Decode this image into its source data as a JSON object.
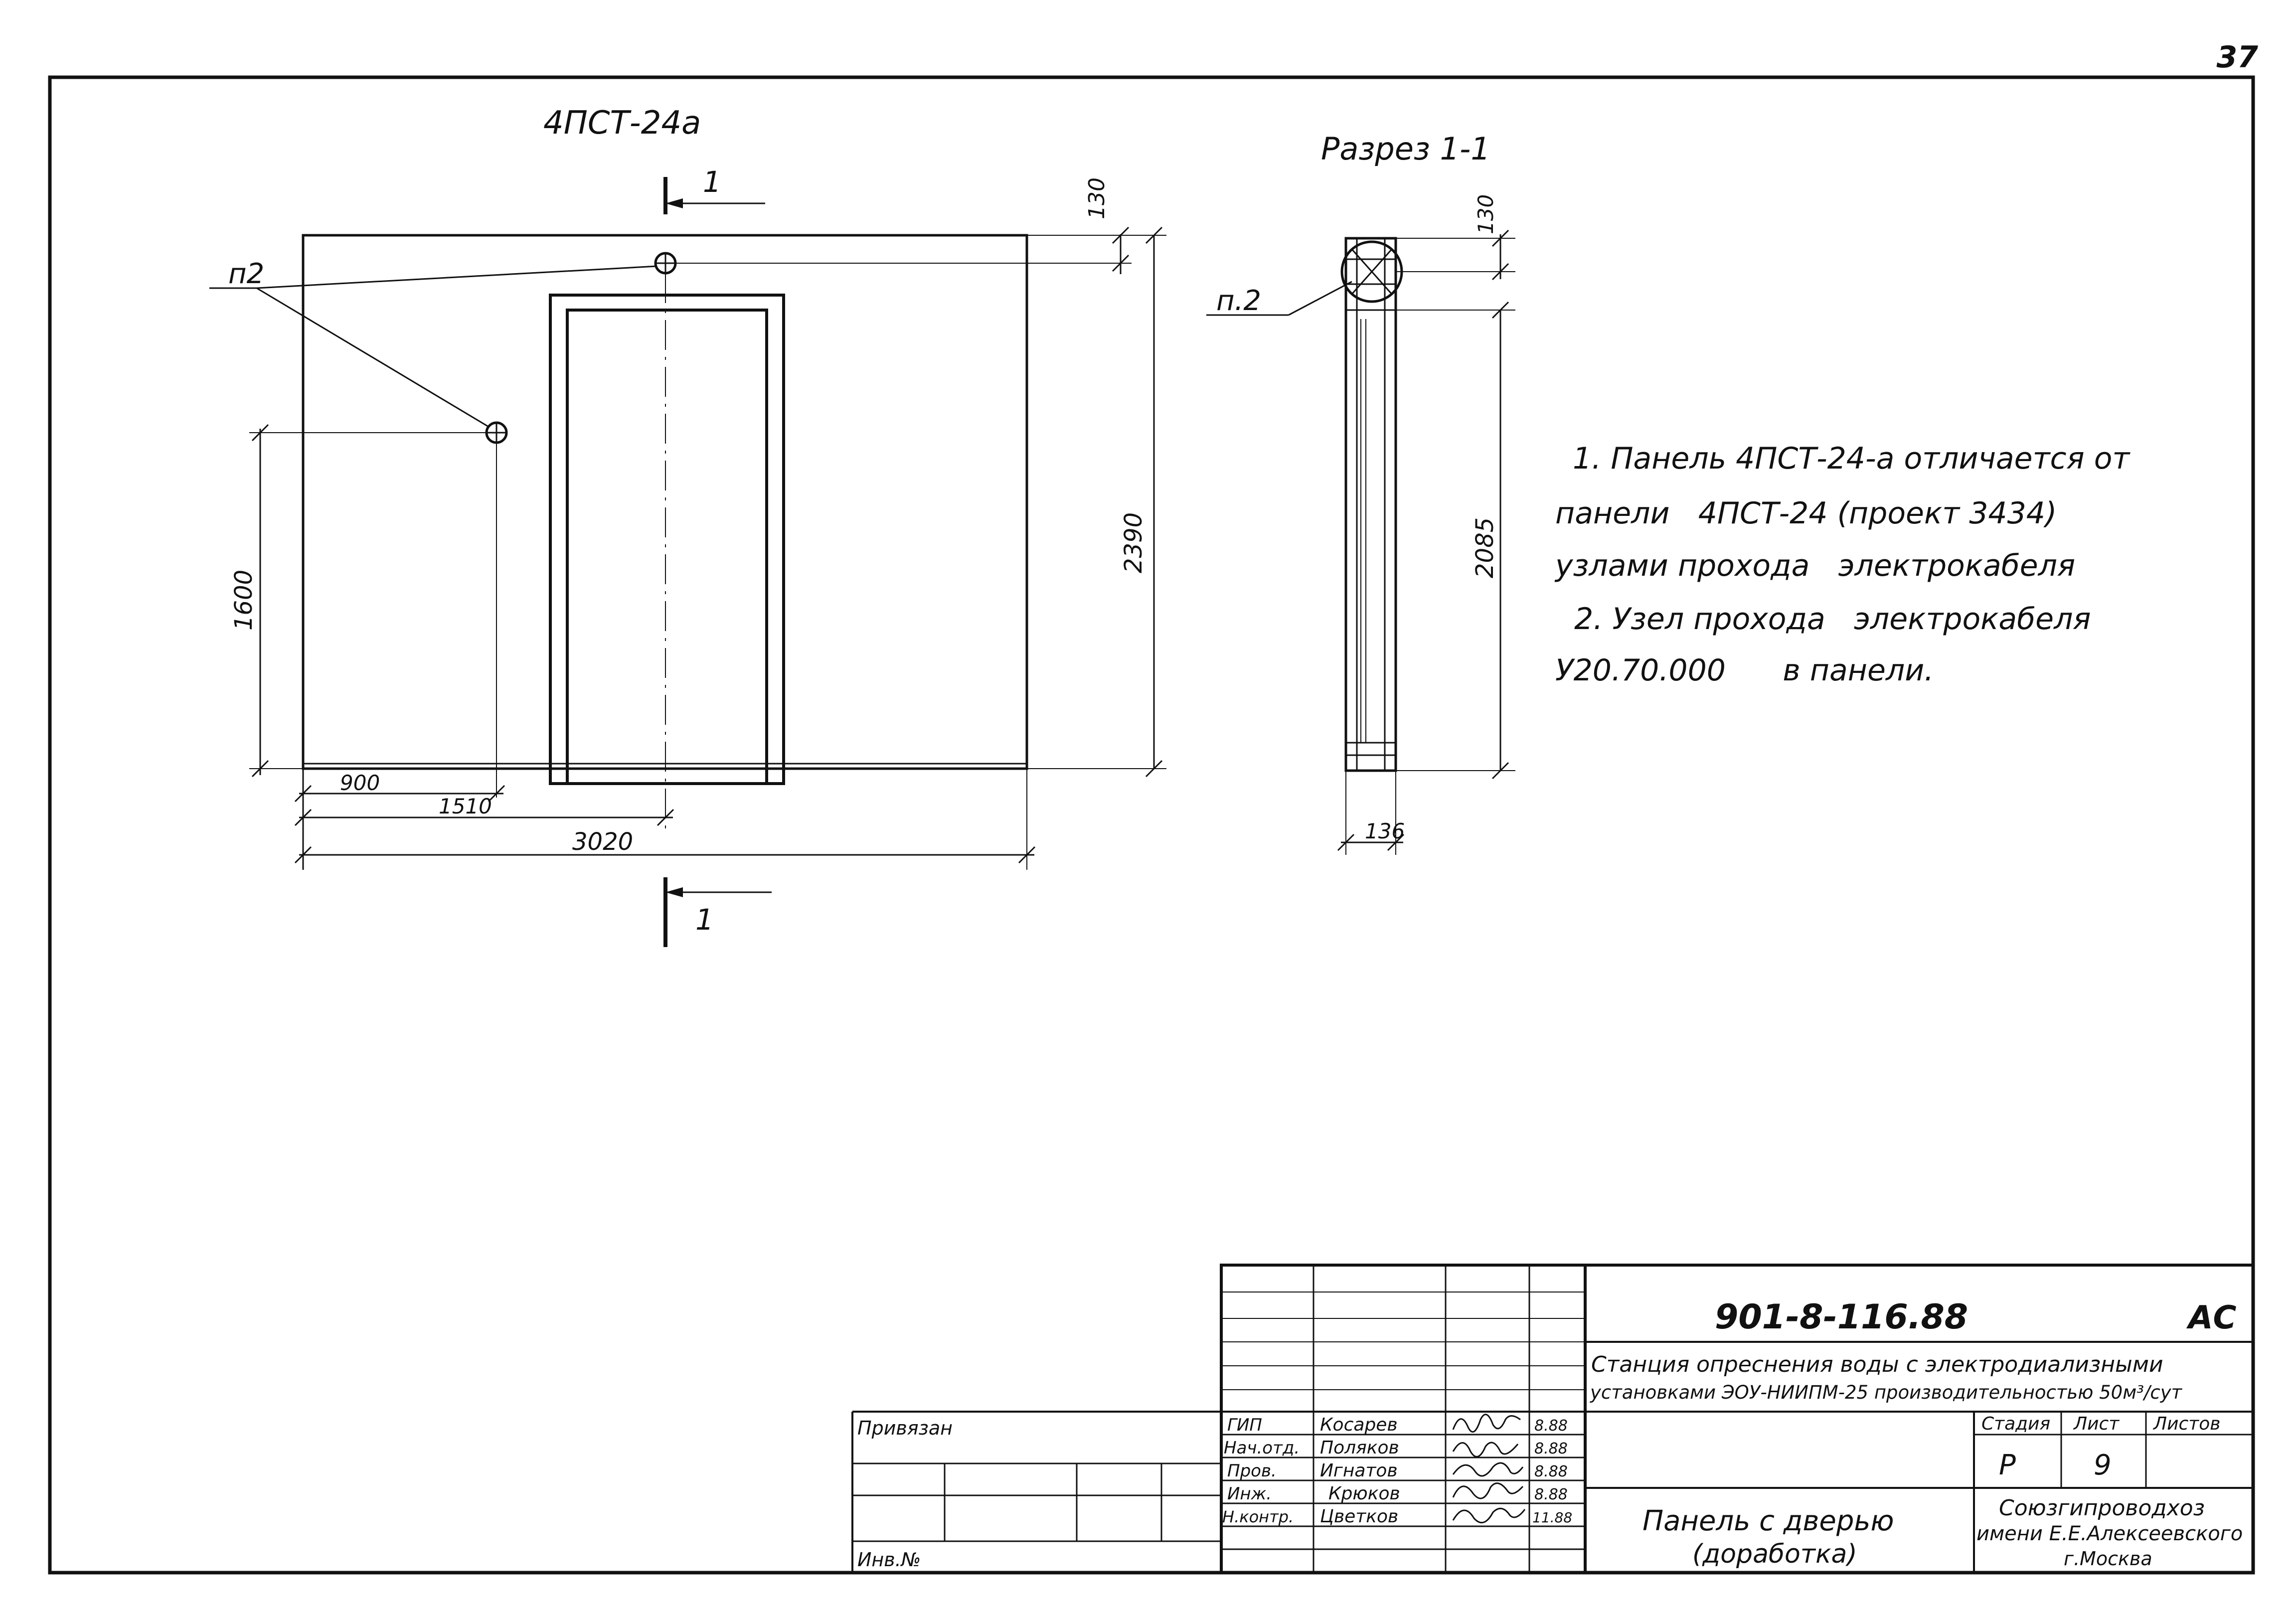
{
  "sheet": {
    "number": "37"
  },
  "front_view": {
    "title": "4ПСТ-24а",
    "section_mark": "1",
    "item_label": "п2",
    "dims": {
      "top_offset": "130",
      "height": "2390",
      "hole_height": "1600",
      "d900": "900",
      "d1510": "1510",
      "width": "3020"
    }
  },
  "section_view": {
    "title": "Разрез 1-1",
    "item_label": "п.2",
    "dims": {
      "top": "130",
      "door": "2085",
      "thickness": "136"
    }
  },
  "notes": [
    "1. Панель 4ПСТ-24-а отличается от",
    "панели   4ПСТ-24 (проект 3434)",
    "узлами прохода   электрокабеля",
    "  2. Узел прохода   электрокабеля",
    "У20.70.000      в панели."
  ],
  "title_block": {
    "code": "901-8-116.88",
    "type": "АС",
    "project_line1": "Станция опреснения воды с электродиализными",
    "project_line2": "установками ЭОУ-НИИПМ-25 производительностью 50м³/сут",
    "privyazan": "Привязан",
    "inv": "Инв.№",
    "stage_header": "Стадия",
    "sheet_header": "Лист",
    "sheets_header": "Листов",
    "stage": "Р",
    "sheet": "9",
    "drawing_name1": "Панель с дверью",
    "drawing_name2": "(доработка)",
    "org1": "Союзгипроводхоз",
    "org2": "имени Е.Е.Алексеевского",
    "org3": "г.Москва",
    "staff": [
      {
        "role": "ГИП",
        "name": "Косарев",
        "date": "8.88"
      },
      {
        "role": "Нач.отд.",
        "name": "Поляков",
        "date": "8.88"
      },
      {
        "role": "Пров.",
        "name": "Игнатов",
        "date": "8.88"
      },
      {
        "role": "Инж.",
        "name": "Крюков",
        "date": "8.88"
      },
      {
        "role": "Н.контр.",
        "name": "Цветков",
        "date": "11.88"
      }
    ]
  }
}
